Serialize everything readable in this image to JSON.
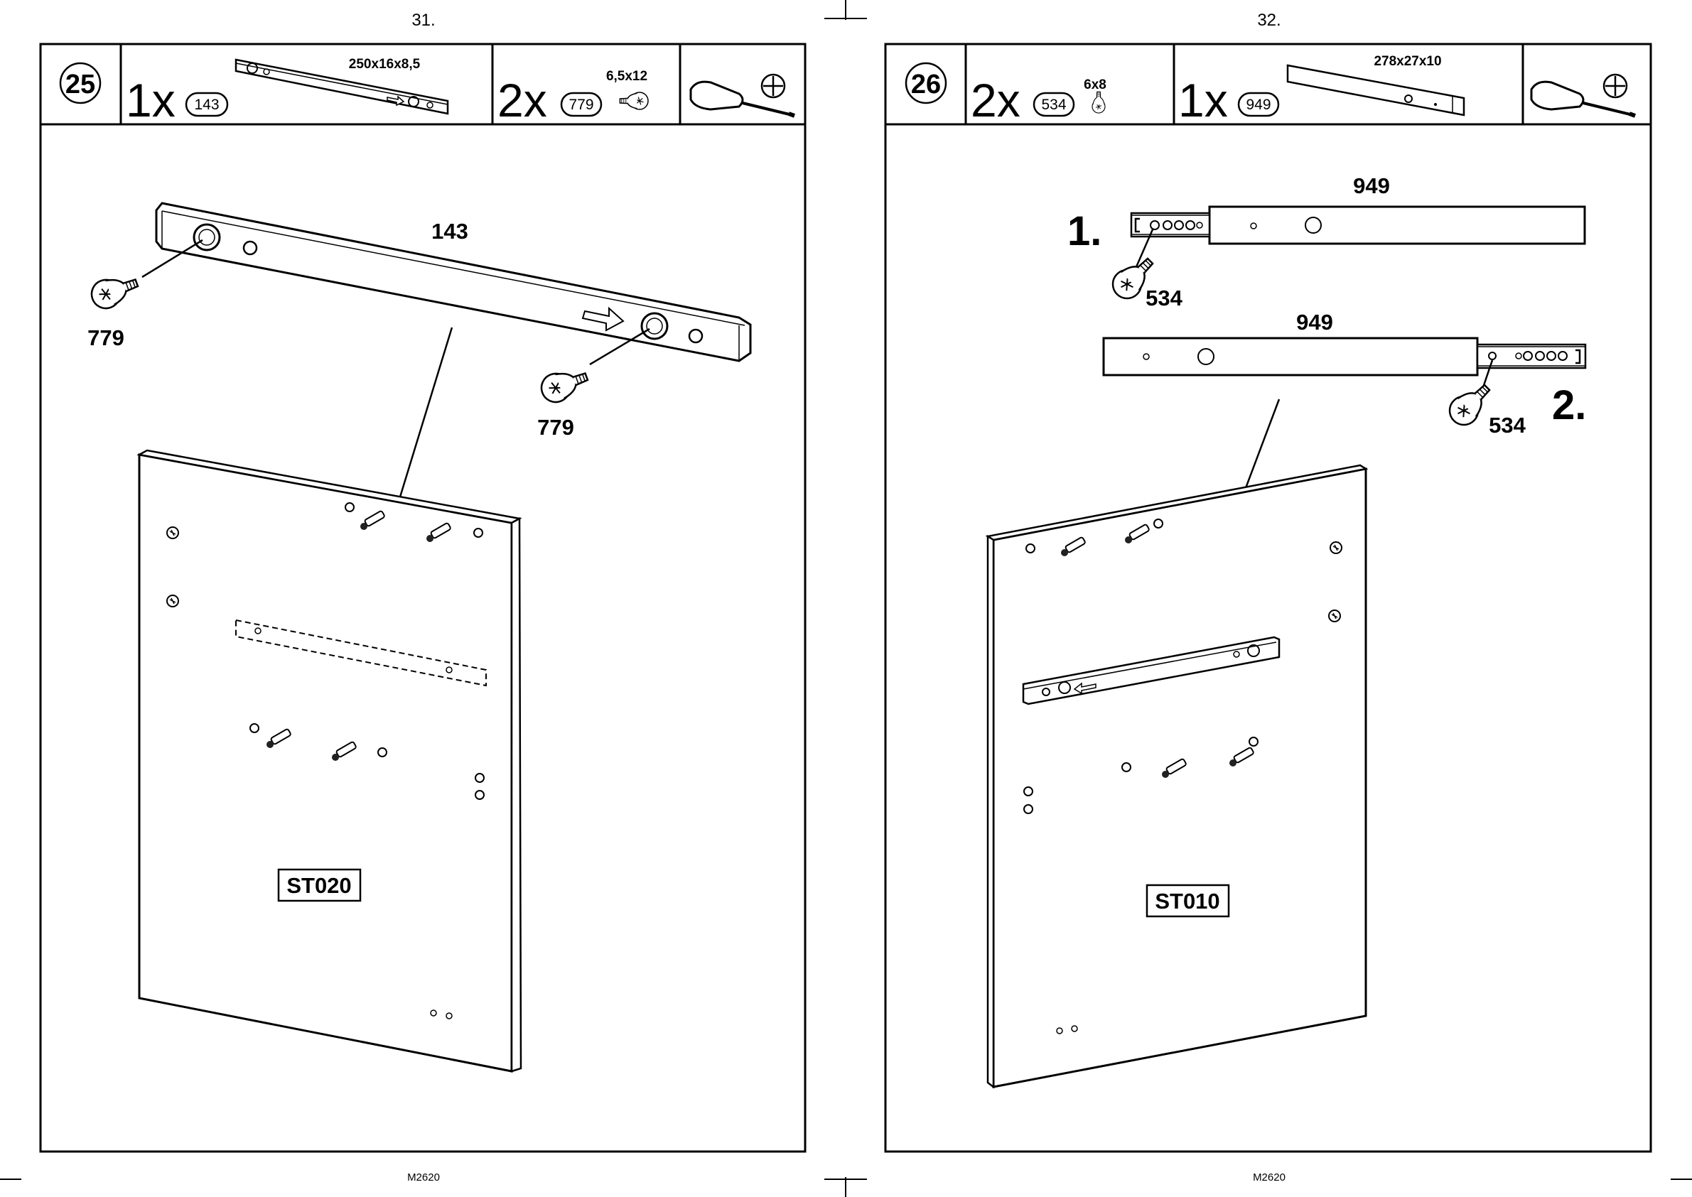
{
  "pages": [
    {
      "page_number": "31.",
      "footer": "M2620",
      "step": "25",
      "parts": [
        {
          "qty": "1x",
          "code": "143",
          "dims": "250x16x8,5"
        },
        {
          "qty": "2x",
          "code": "779",
          "dims": "6,5x12"
        }
      ],
      "tools": [
        "screwdriver-icon",
        "phillips-head-icon"
      ],
      "callouts": {
        "rail": "143",
        "screw_a": "779",
        "screw_b": "779"
      },
      "board": "ST020"
    },
    {
      "page_number": "32.",
      "footer": "M2620",
      "step": "26",
      "parts": [
        {
          "qty": "2x",
          "code": "534",
          "dims": "6x8"
        },
        {
          "qty": "1x",
          "code": "949",
          "dims": "278x27x10"
        }
      ],
      "tools": [
        "screwdriver-icon",
        "phillips-head-icon"
      ],
      "callouts": {
        "rail_1": "949",
        "rail_2": "949",
        "screw_1": "534",
        "screw_2": "534",
        "step_1": "1.",
        "step_2": "2."
      },
      "board": "ST010"
    }
  ]
}
